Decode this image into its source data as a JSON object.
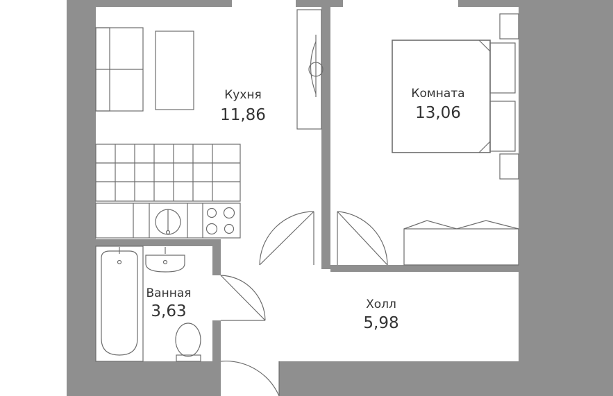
{
  "rooms": [
    {
      "id": "kitchen",
      "name": "Кухня",
      "area": "11,86"
    },
    {
      "id": "room",
      "name": "Комната",
      "area": "13,06"
    },
    {
      "id": "bathroom",
      "name": "Ванная",
      "area": "3,63"
    },
    {
      "id": "hall",
      "name": "Холл",
      "area": "5,98"
    }
  ],
  "colors": {
    "wall": "#8f8f8f",
    "line": "#6d6d6d",
    "text": "#333333"
  }
}
